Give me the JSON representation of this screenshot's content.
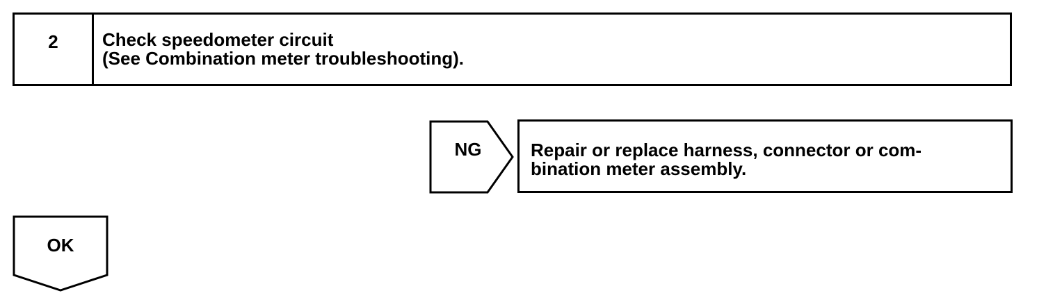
{
  "step": {
    "number": "2",
    "line1": "Check speedometer circuit",
    "line2": "(See Combination meter troubleshooting)."
  },
  "ng_branch": {
    "label": "NG",
    "line1": "Repair or replace harness, connector or com-",
    "line2": "bination meter assembly."
  },
  "ok_branch": {
    "label": "OK"
  }
}
